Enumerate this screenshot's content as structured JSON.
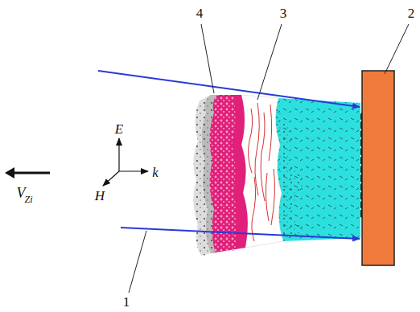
{
  "diagram": {
    "labels": [
      "1",
      "2",
      "3",
      "4",
      "E",
      "k",
      "H",
      "V",
      "Zi"
    ]
  }
}
